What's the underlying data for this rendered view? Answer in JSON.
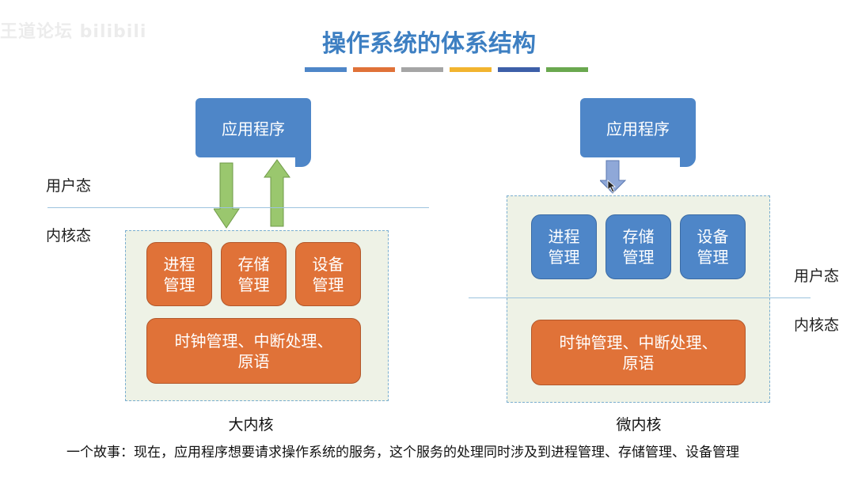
{
  "watermark": "王道论坛 bilibili",
  "title": "操作系统的体系结构",
  "color_bar": [
    "#4e86c8",
    "#e07238",
    "#a5a5a5",
    "#f2b42f",
    "#3d5fa8",
    "#6aa84f"
  ],
  "left": {
    "app": "应用程序",
    "user_mode": "用户态",
    "kernel_mode": "内核态",
    "modules": [
      "进程\n管理",
      "存储\n管理",
      "设备\n管理"
    ],
    "bottom_module": "时钟管理、中断处理、\n原语",
    "caption": "大内核"
  },
  "right": {
    "app": "应用程序",
    "user_mode": "用户态",
    "kernel_mode": "内核态",
    "modules": [
      "进程\n管理",
      "存储\n管理",
      "设备\n管理"
    ],
    "bottom_module": "时钟管理、中断处理、\n原语",
    "caption": "微内核"
  },
  "story": "一个故事：现在，应用程序想要请求操作系统的服务，这个服务的处理同时涉及到进程管理、存储管理、设备管理"
}
